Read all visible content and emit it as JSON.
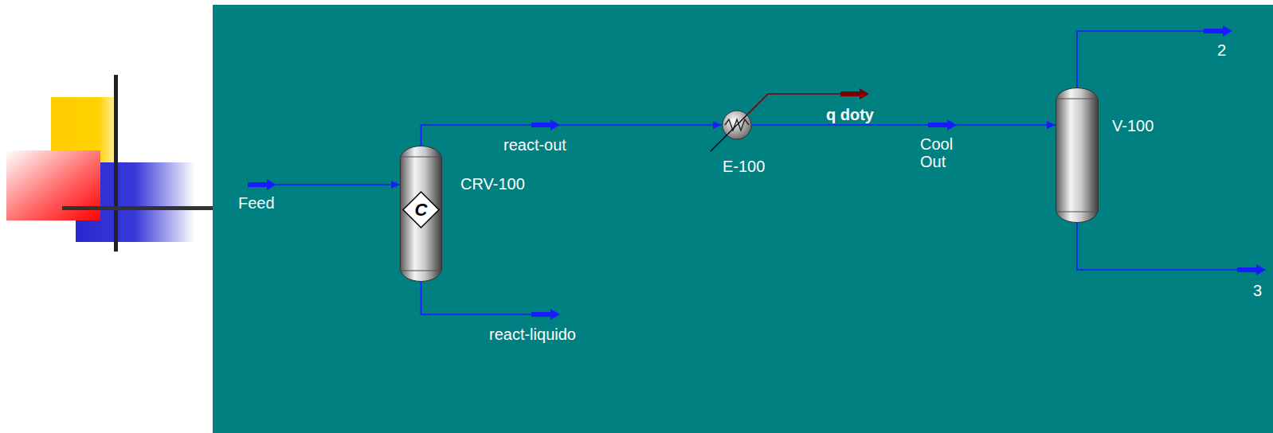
{
  "diagram": {
    "nodes": [
      {
        "text": [
          "Feed"
        ]
      },
      {
        "text": [
          "CRV-100"
        ]
      },
      {
        "text": [
          "C"
        ],
        "in": 1
      },
      {
        "text": [
          "react-out"
        ]
      },
      {
        "text": [
          "react-liquido"
        ]
      },
      {
        "text": [
          "E-100"
        ]
      },
      {
        "text": [
          "q doty"
        ]
      },
      {
        "text": [
          "Cool Out"
        ]
      },
      {
        "text": [
          "V-100"
        ]
      },
      {
        "text": [
          "2"
        ]
      },
      {
        "text": [
          "3"
        ]
      }
    ],
    "edges": [
      {
        "from": 0,
        "to": 1,
        "arrow": "to"
      },
      {
        "from": 1,
        "to": 3,
        "arrow": "none"
      },
      {
        "from": 3,
        "to": 5,
        "arrow": "to"
      },
      {
        "from": 1,
        "to": 4,
        "arrow": "none"
      },
      {
        "from": 5,
        "to": 6,
        "arrow": "none"
      },
      {
        "from": 5,
        "to": 7,
        "arrow": "none"
      },
      {
        "from": 7,
        "to": 8,
        "arrow": "to"
      },
      {
        "from": 8,
        "to": 9,
        "arrow": "none"
      },
      {
        "from": 8,
        "to": 10,
        "arrow": "none"
      }
    ]
  }
}
